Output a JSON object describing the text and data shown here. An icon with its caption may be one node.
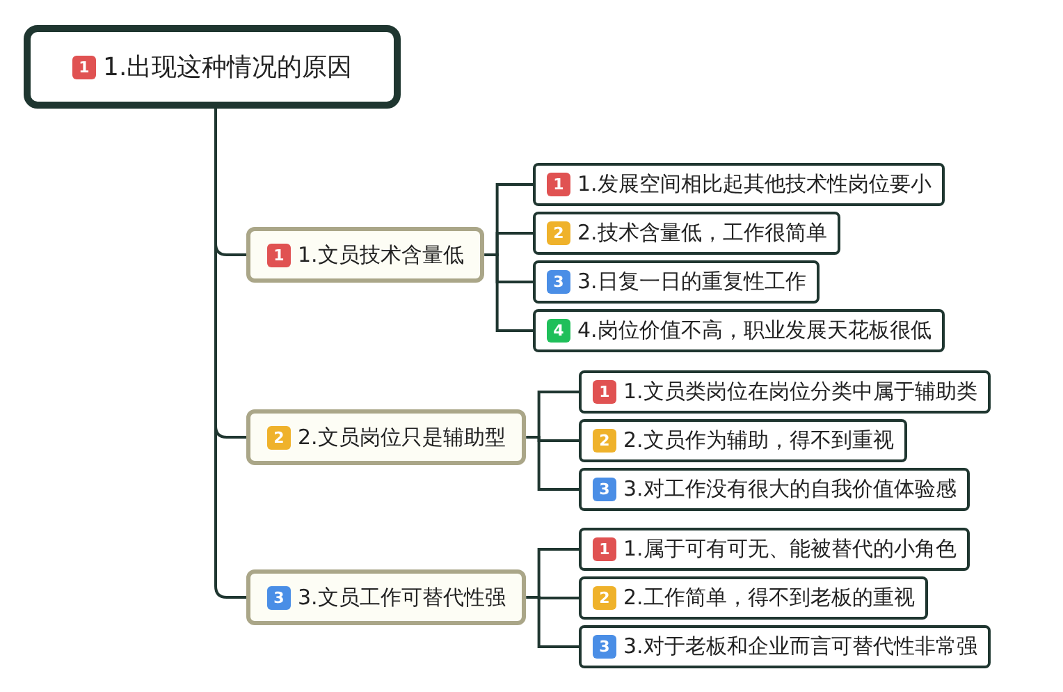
{
  "diagram": {
    "nodes": [
      {
        "text": [
          "1",
          "1.出现这种情况的原因"
        ]
      },
      {
        "text": [
          "1",
          "1.文员技术含量低"
        ]
      },
      {
        "text": [
          "1",
          "1.发展空间相比起其他技术性岗位要小"
        ]
      },
      {
        "text": [
          "2",
          "2.技术含量低，工作很简单"
        ]
      },
      {
        "text": [
          "3",
          "3.日复一日的重复性工作"
        ]
      },
      {
        "text": [
          "4",
          "4.岗位价值不高，职业发展天花板很低"
        ]
      },
      {
        "text": [
          "2",
          "2.文员岗位只是辅助型"
        ]
      },
      {
        "text": [
          "1",
          "1.文员类岗位在岗位分类中属于辅助类"
        ]
      },
      {
        "text": [
          "2",
          "2.文员作为辅助，得不到重视"
        ]
      },
      {
        "text": [
          "3",
          "3.对工作没有很大的自我价值体验感"
        ]
      },
      {
        "text": [
          "3",
          "3.文员工作可替代性强"
        ]
      },
      {
        "text": [
          "1",
          "1.属于可有可无、能被替代的小角色"
        ]
      },
      {
        "text": [
          "2",
          "2.工作简单，得不到老板的重视"
        ]
      },
      {
        "text": [
          "3",
          "3.对于老板和企业而言可替代性非常强"
        ]
      }
    ],
    "edges": [
      {
        "from": 0,
        "to": 1,
        "arrow": "none"
      },
      {
        "from": 1,
        "to": 2,
        "arrow": "none"
      },
      {
        "from": 1,
        "to": 3,
        "arrow": "none"
      },
      {
        "from": 1,
        "to": 4,
        "arrow": "none"
      },
      {
        "from": 1,
        "to": 5,
        "arrow": "none"
      },
      {
        "from": 0,
        "to": 6,
        "arrow": "none"
      },
      {
        "from": 6,
        "to": 7,
        "arrow": "none"
      },
      {
        "from": 6,
        "to": 8,
        "arrow": "none"
      },
      {
        "from": 6,
        "to": 9,
        "arrow": "none"
      },
      {
        "from": 0,
        "to": 10,
        "arrow": "none"
      },
      {
        "from": 10,
        "to": 11,
        "arrow": "none"
      },
      {
        "from": 10,
        "to": 12,
        "arrow": "none"
      },
      {
        "from": 10,
        "to": 13,
        "arrow": "none"
      }
    ]
  }
}
